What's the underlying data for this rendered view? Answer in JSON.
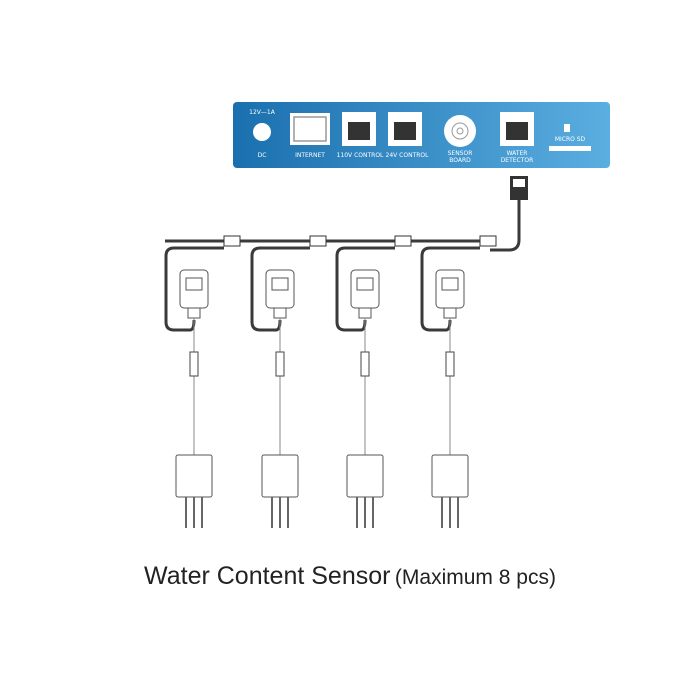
{
  "panel": {
    "power_rating": "12V—1A",
    "ports": [
      {
        "label": "DC",
        "icon": "dc-jack-icon"
      },
      {
        "label": "INTERNET",
        "icon": "ethernet-port-icon"
      },
      {
        "label": "CONTROL",
        "badge": "110V",
        "icon": "rj-port-icon"
      },
      {
        "label": "CONTROL",
        "badge": "24V",
        "icon": "rj-port-icon"
      },
      {
        "label": "SENSOR",
        "label2": "BOARD",
        "icon": "bnc-port-icon"
      },
      {
        "label": "WATER",
        "label2": "DETECTOR",
        "icon": "rj-port-icon"
      },
      {
        "label": "MICRO SD",
        "icon": "sd-slot-icon"
      }
    ],
    "colors": {
      "panel_start": "#1a6fae",
      "panel_end": "#5aaee0",
      "cable": "#3a3a3a"
    }
  },
  "sensor_count_shown": 4,
  "caption": {
    "title": "Water Content Sensor",
    "note": "(Maximum 8 pcs)"
  }
}
